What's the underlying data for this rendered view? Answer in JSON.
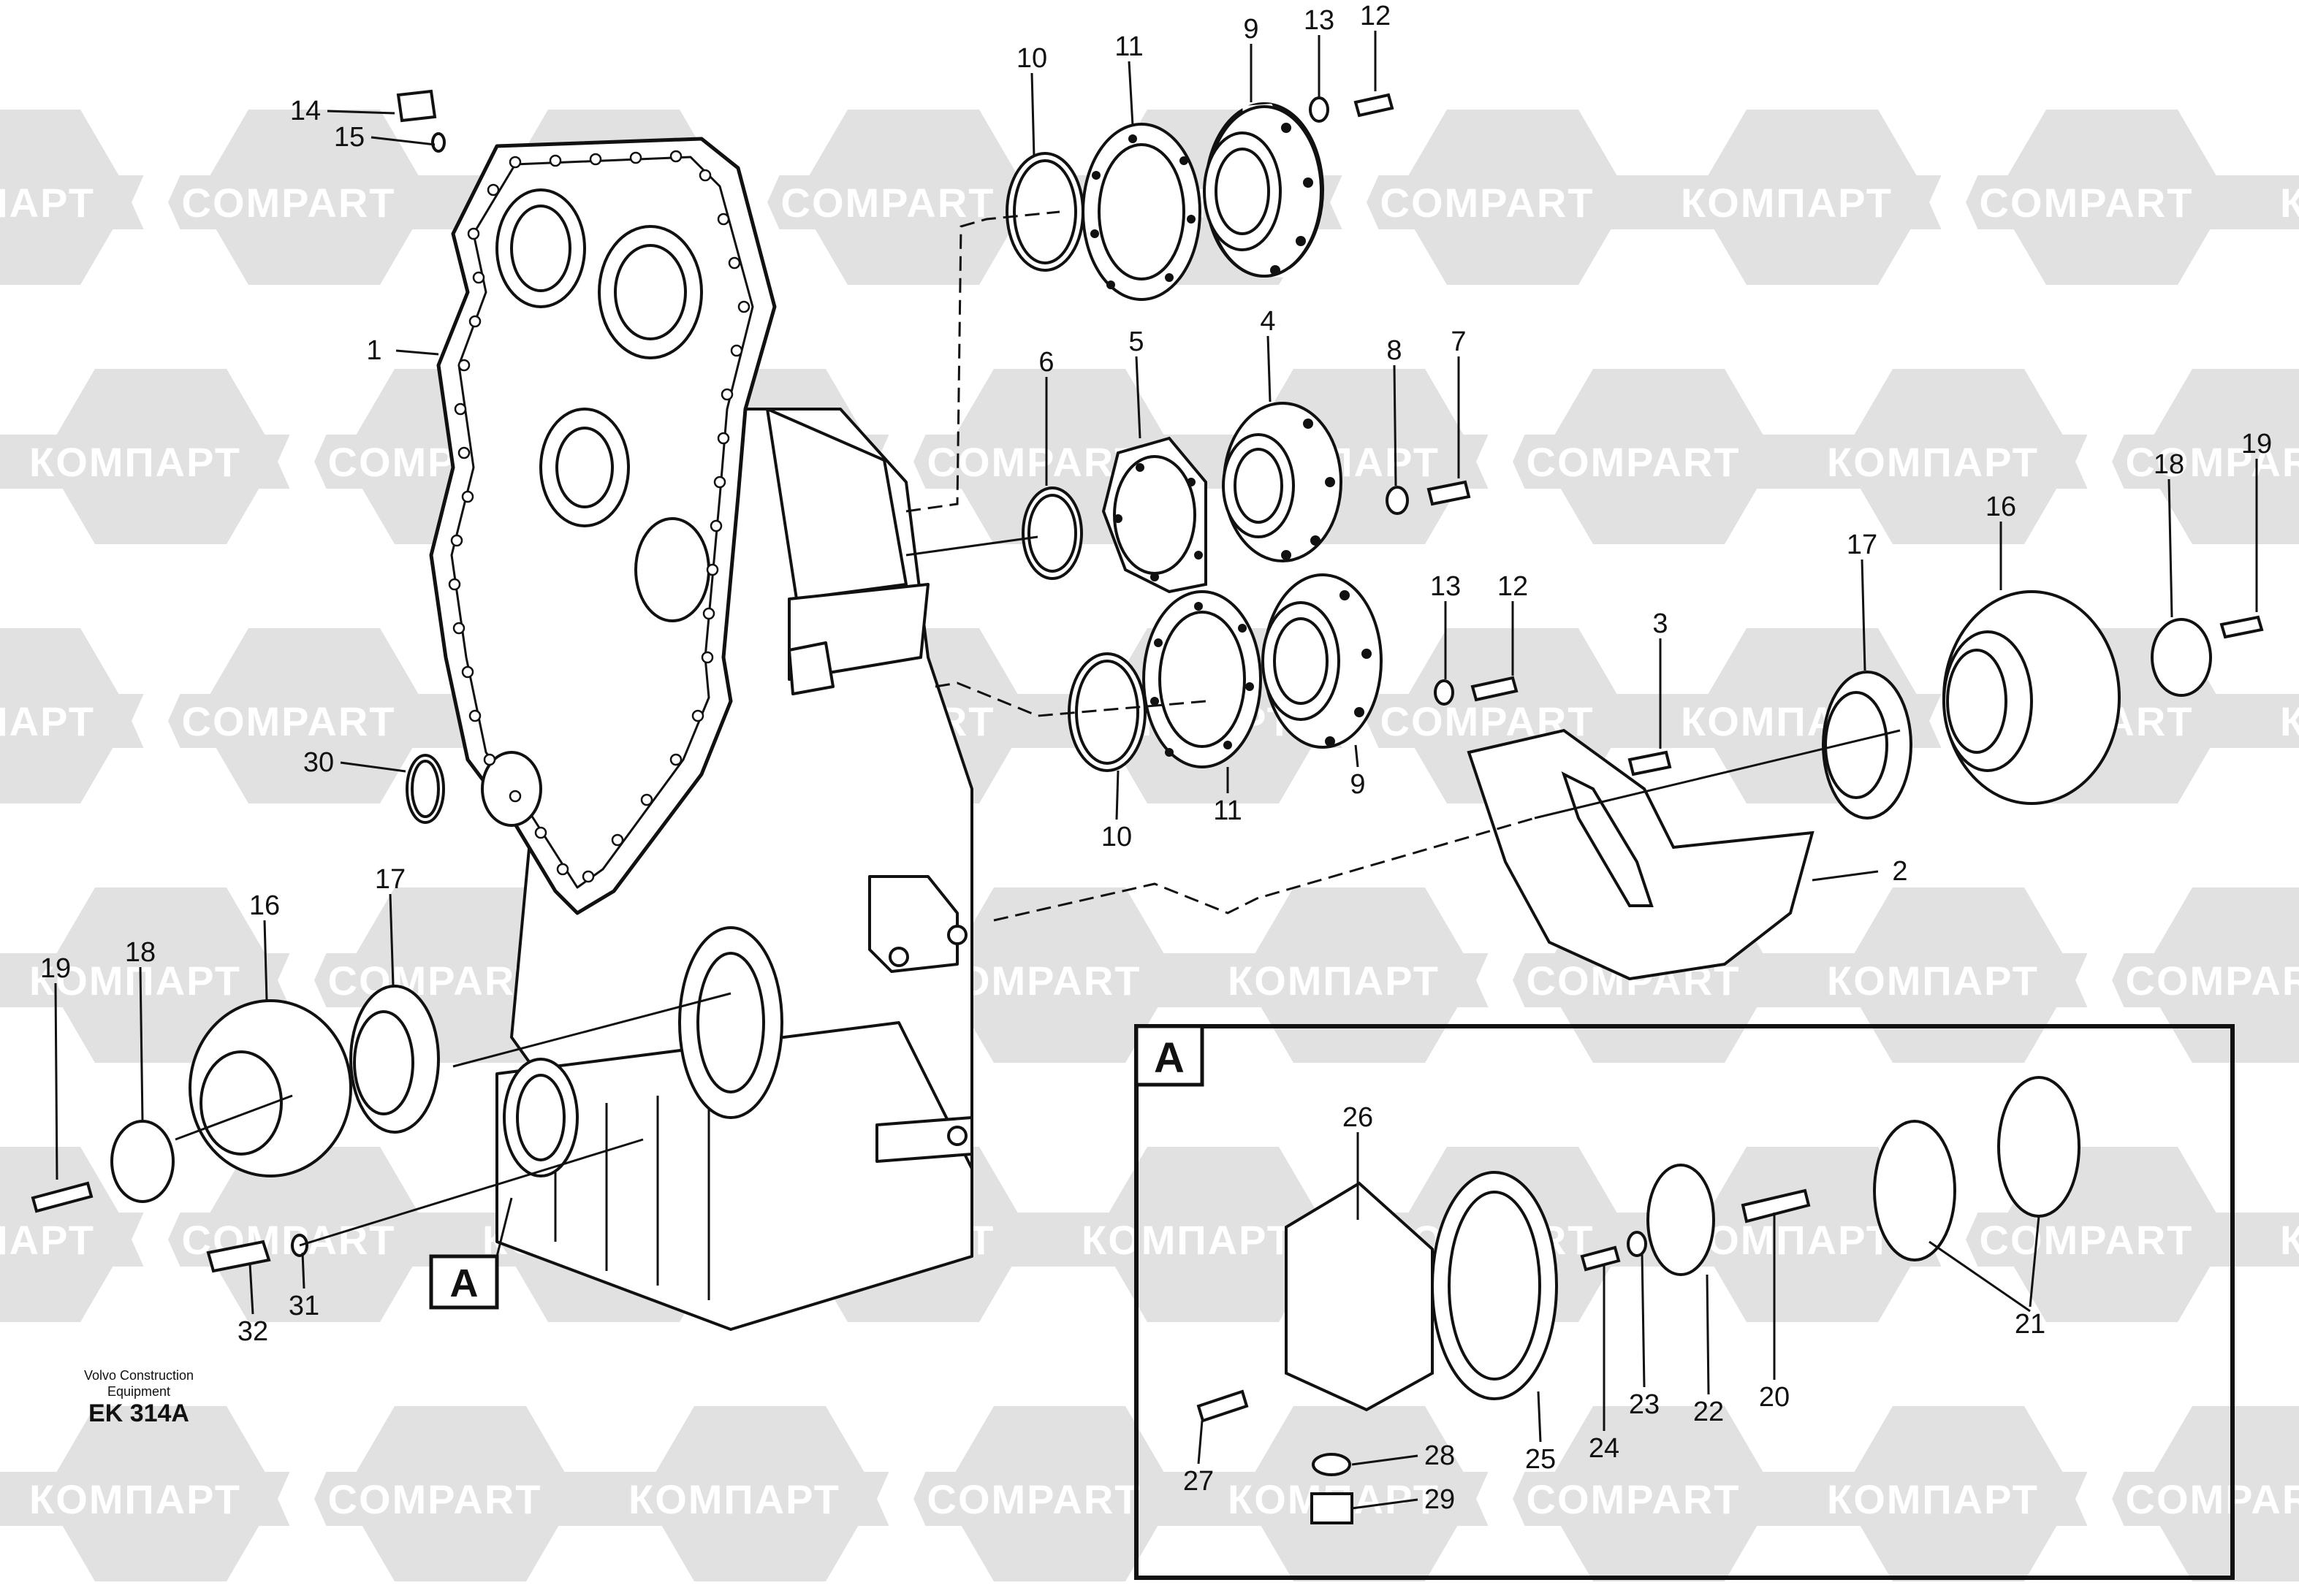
{
  "watermark": {
    "left_text": "КОМПАРТ",
    "right_text": "COMPART",
    "color": "#dcdcdc"
  },
  "callouts": [
    "1",
    "2",
    "3",
    "4",
    "5",
    "6",
    "7",
    "8",
    "9",
    "10",
    "11",
    "12",
    "13",
    "14",
    "15",
    "16",
    "17",
    "18",
    "19",
    "20",
    "21",
    "22",
    "23",
    "24",
    "25",
    "26",
    "27",
    "28",
    "29",
    "30",
    "31",
    "32"
  ],
  "detail_marker": "A",
  "detail_box_label": "A",
  "footer": {
    "brand_line1": "Volvo Construction",
    "brand_line2": "Equipment",
    "code": "EK 314A"
  }
}
